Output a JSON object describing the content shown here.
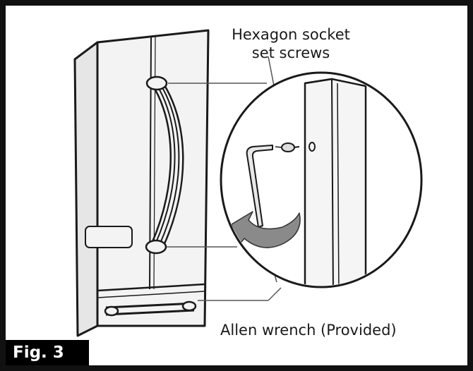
{
  "labels": {
    "screws_line1": "Hexagon socket",
    "screws_line2": "set screws",
    "wrench": "Allen wrench (Provided)"
  },
  "figure_badge": "Fig. 3",
  "colors": {
    "frame": "#111111",
    "line": "#1a1a1a",
    "door_fill": "#f1f1f1",
    "door_shade": "#dcdcdc",
    "arrow": "#7a7a7a",
    "badge_bg": "#000000",
    "badge_text": "#ffffff"
  }
}
